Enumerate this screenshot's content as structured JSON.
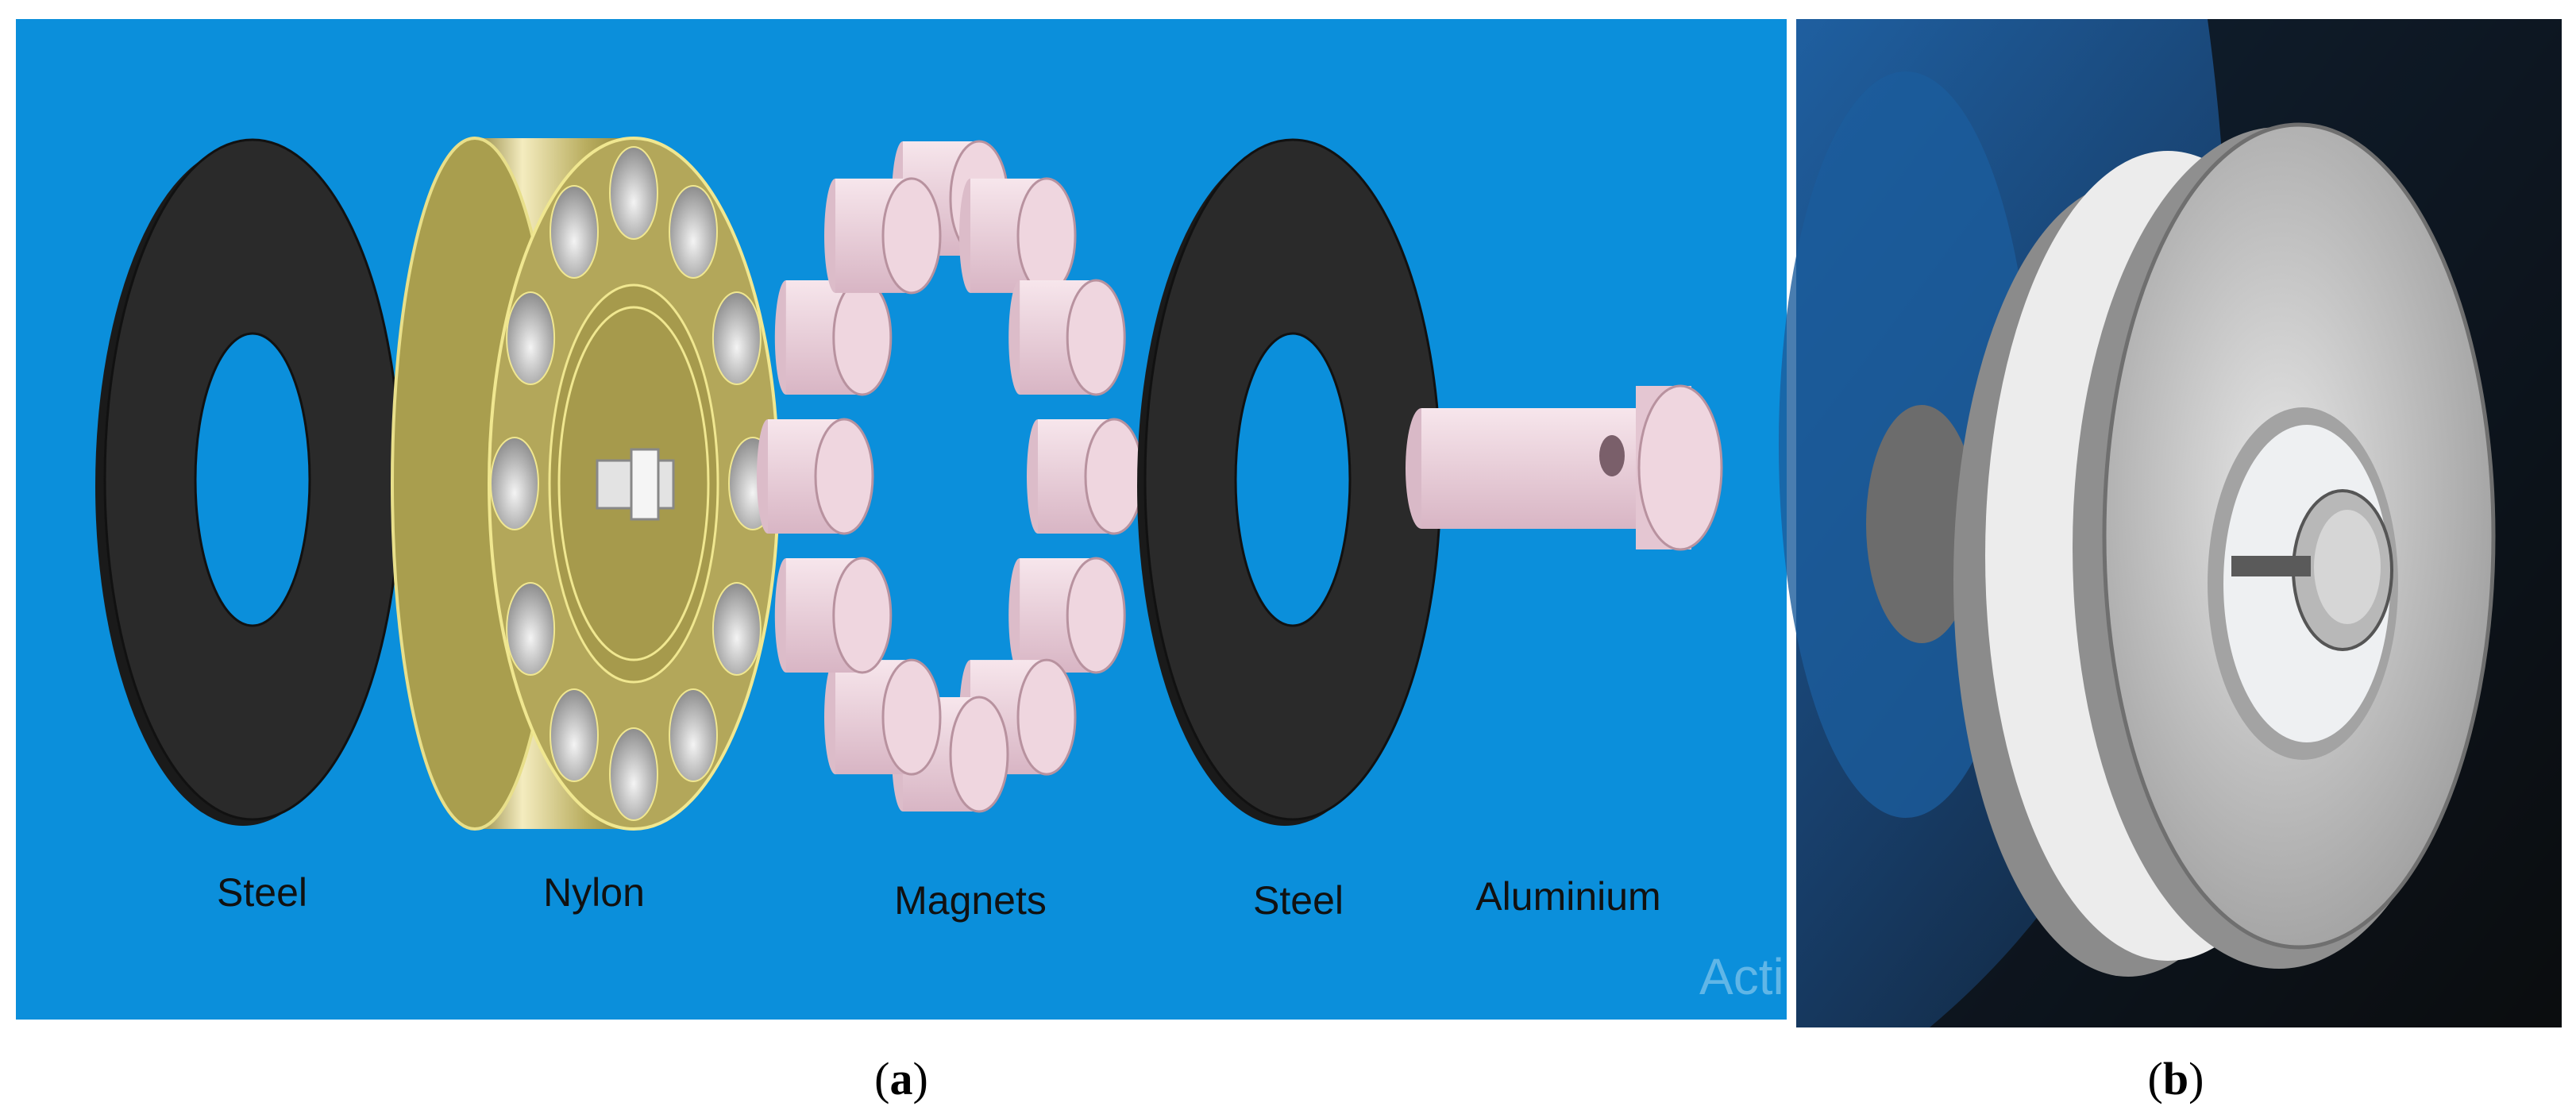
{
  "panel_a": {
    "labels": {
      "steel_left": "Steel",
      "nylon": "Nylon",
      "magnets": "Magnets",
      "steel_right": "Steel",
      "aluminium": "Aluminium"
    },
    "watermark": "Acti",
    "caption_open": "(",
    "caption_letter": "a",
    "caption_close": ")"
  },
  "panel_b": {
    "caption_open": "(",
    "caption_letter": "b",
    "caption_close": ")"
  },
  "colors": {
    "background_blue": "#0b8fdb",
    "steel": "#2a2a2a",
    "nylon": "#cdc27a",
    "magnet": "#f0d4df",
    "aluminium": "#f0d4df"
  }
}
